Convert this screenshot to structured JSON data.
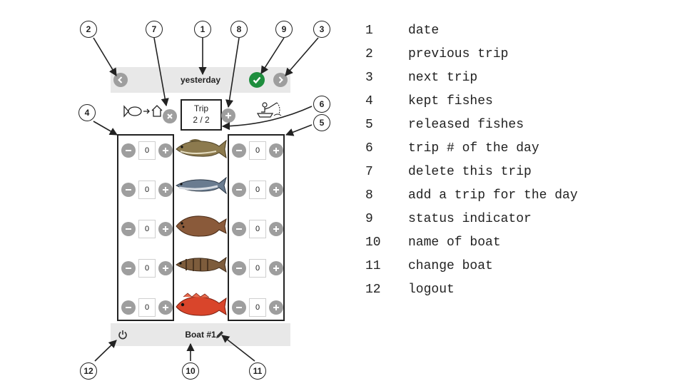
{
  "app": {
    "date_label": "yesterday",
    "trip_label": "Trip",
    "trip_count": "2 / 2",
    "boat_name": "Boat #1",
    "counters": {
      "kept": [
        "0",
        "0",
        "0",
        "0",
        "0"
      ],
      "released": [
        "0",
        "0",
        "0",
        "0",
        "0"
      ]
    },
    "colors": {
      "bar_bg": "#e8e8e8",
      "button_gray": "#9e9e9e",
      "status_green": "#1e8e3e"
    },
    "icons": {
      "previous": "arrow-left-icon",
      "next": "arrow-right-icon",
      "status": "check-icon",
      "delete": "close-icon",
      "add": "plus-icon",
      "logout": "power-icon",
      "change_boat": "pencil-icon",
      "kept": "fish-to-house-icon",
      "released": "fisherman-release-icon"
    },
    "fishes": [
      {
        "name": "cod",
        "color": "#8c7a4e"
      },
      {
        "name": "mackerel",
        "color": "#6a7c90"
      },
      {
        "name": "halibut",
        "color": "#8a5a3a"
      },
      {
        "name": "perch",
        "color": "#7d5c3c"
      },
      {
        "name": "redfish",
        "color": "#d9452b"
      }
    ]
  },
  "callouts": [
    "1",
    "2",
    "3",
    "4",
    "5",
    "6",
    "7",
    "8",
    "9",
    "10",
    "11",
    "12"
  ],
  "legend": [
    {
      "num": "1",
      "label": "date"
    },
    {
      "num": "2",
      "label": "previous trip"
    },
    {
      "num": "3",
      "label": "next trip"
    },
    {
      "num": "4",
      "label": "kept fishes"
    },
    {
      "num": "5",
      "label": "released fishes"
    },
    {
      "num": "6",
      "label": "trip # of the day"
    },
    {
      "num": "7",
      "label": "delete this trip"
    },
    {
      "num": "8",
      "label": "add a trip for the day"
    },
    {
      "num": "9",
      "label": "status indicator"
    },
    {
      "num": "10",
      "label": "name of boat"
    },
    {
      "num": "11",
      "label": "change boat"
    },
    {
      "num": "12",
      "label": "logout"
    }
  ]
}
